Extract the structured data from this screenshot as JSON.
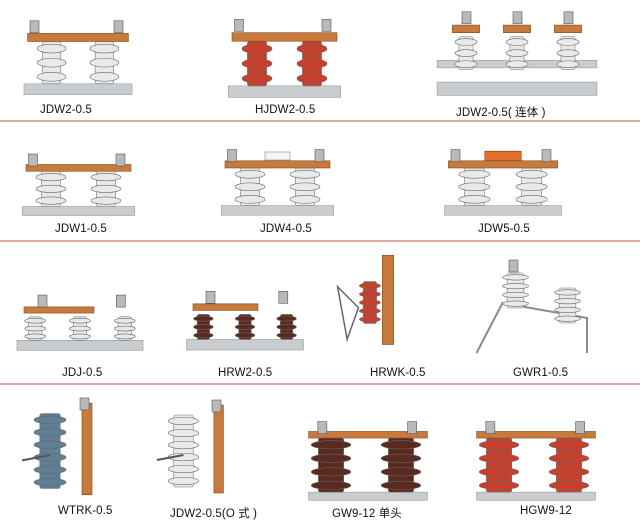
{
  "colors": {
    "divider": "#e3a5a0",
    "porcelain_white": "#e8eaea",
    "porcelain_red": "#c8402c",
    "porcelain_brown": "#5a2a20",
    "porcelain_blue": "#5f7f95",
    "copper": "#c87a3c",
    "steel_base": "#c9cdd0",
    "caption_text": "#111111"
  },
  "products": [
    {
      "row": 1,
      "label": "JDW2-0.5",
      "insulator": "white"
    },
    {
      "row": 1,
      "label": "HJDW2-0.5",
      "insulator": "red"
    },
    {
      "row": 1,
      "label": "JDW2-0.5( 连体 )",
      "insulator": "white"
    },
    {
      "row": 2,
      "label": "JDW1-0.5",
      "insulator": "white"
    },
    {
      "row": 2,
      "label": "JDW4-0.5",
      "insulator": "white"
    },
    {
      "row": 2,
      "label": "JDW5-0.5",
      "insulator": "white-orange"
    },
    {
      "row": 3,
      "label": "JDJ-0.5",
      "insulator": "white"
    },
    {
      "row": 3,
      "label": "HRW2-0.5",
      "insulator": "brown"
    },
    {
      "row": 3,
      "label": "HRWK-0.5",
      "insulator": "red"
    },
    {
      "row": 3,
      "label": "GWR1-0.5",
      "insulator": "white"
    },
    {
      "row": 4,
      "label": "WTRK-0.5",
      "insulator": "blue"
    },
    {
      "row": 4,
      "label": "JDW2-0.5(O 式 )",
      "insulator": "white"
    },
    {
      "row": 4,
      "label": "GW9-12 单头",
      "insulator": "brown"
    },
    {
      "row": 4,
      "label": "HGW9-12",
      "insulator": "red"
    }
  ]
}
